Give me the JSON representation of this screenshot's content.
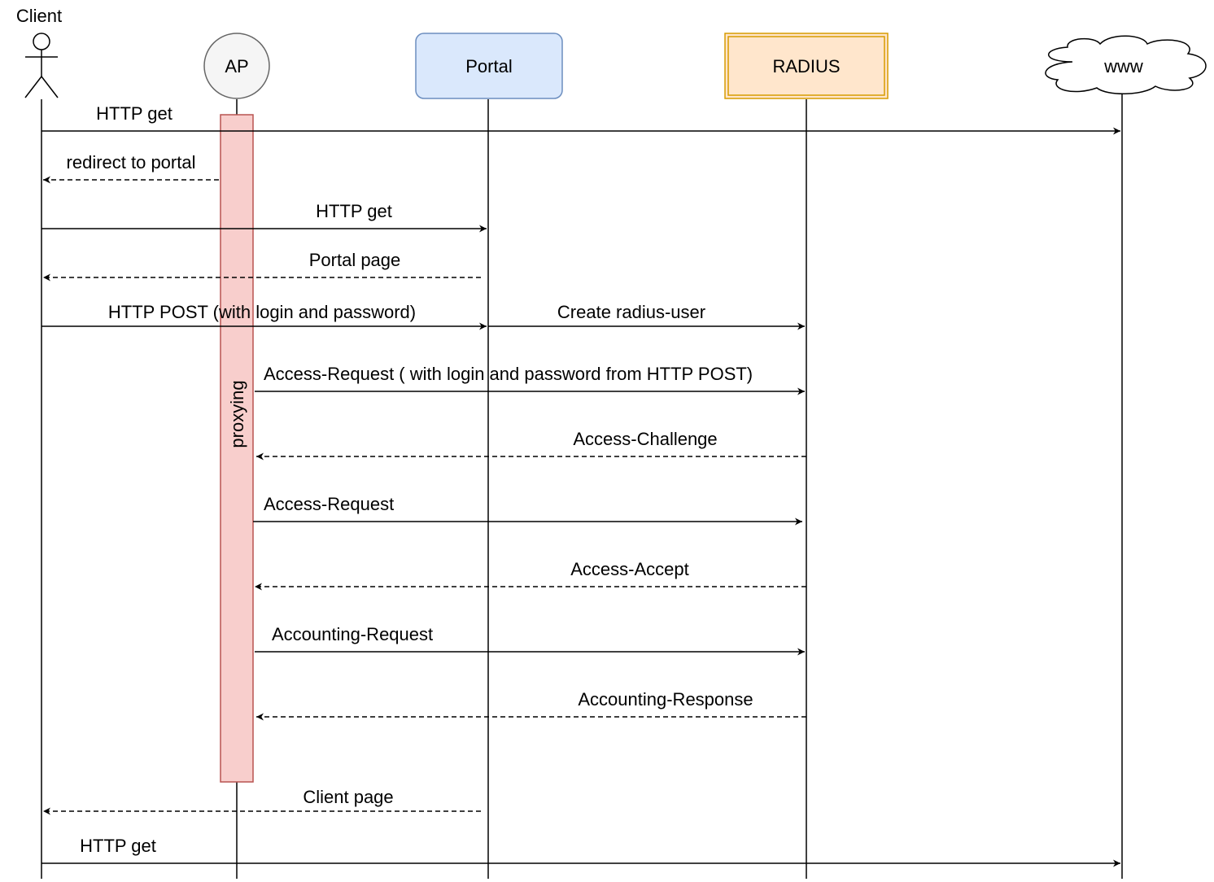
{
  "participants": {
    "client": {
      "label": "Client"
    },
    "ap": {
      "label": "AP"
    },
    "portal": {
      "label": "Portal",
      "fill": "#dae8fc",
      "stroke": "#6c8ebf"
    },
    "radius": {
      "label": "RADIUS",
      "fill": "#ffe6cc",
      "stroke": "#d79b00"
    },
    "www": {
      "label": "www"
    }
  },
  "activation": {
    "label": "proxying",
    "fill": "#f8cecc",
    "stroke": "#b85450"
  },
  "messages": [
    {
      "label": "HTTP get",
      "from": "client",
      "to": "www",
      "style": "solid"
    },
    {
      "label": "redirect to portal",
      "from": "ap",
      "to": "client",
      "style": "dashed"
    },
    {
      "label": "HTTP get",
      "from": "client",
      "to": "portal",
      "style": "solid"
    },
    {
      "label": "Portal page",
      "from": "portal",
      "to": "client",
      "style": "dashed"
    },
    {
      "label": "HTTP POST (with login and password)",
      "from": "client",
      "to": "portal",
      "style": "solid"
    },
    {
      "label": "Create radius-user",
      "from": "portal",
      "to": "radius",
      "style": "solid"
    },
    {
      "label": "Access-Request ( with login and password from HTTP POST)",
      "from": "ap",
      "to": "radius",
      "style": "solid"
    },
    {
      "label": "Access-Challenge",
      "from": "radius",
      "to": "ap",
      "style": "dashed"
    },
    {
      "label": "Access-Request",
      "from": "ap",
      "to": "radius",
      "style": "solid"
    },
    {
      "label": "Access-Accept",
      "from": "radius",
      "to": "ap",
      "style": "dashed"
    },
    {
      "label": "Accounting-Request",
      "from": "ap",
      "to": "radius",
      "style": "solid"
    },
    {
      "label": "Accounting-Response",
      "from": "radius",
      "to": "ap",
      "style": "dashed"
    },
    {
      "label": "Client page",
      "from": "portal",
      "to": "client",
      "style": "dashed"
    },
    {
      "label": "HTTP get",
      "from": "client",
      "to": "www",
      "style": "solid"
    }
  ]
}
